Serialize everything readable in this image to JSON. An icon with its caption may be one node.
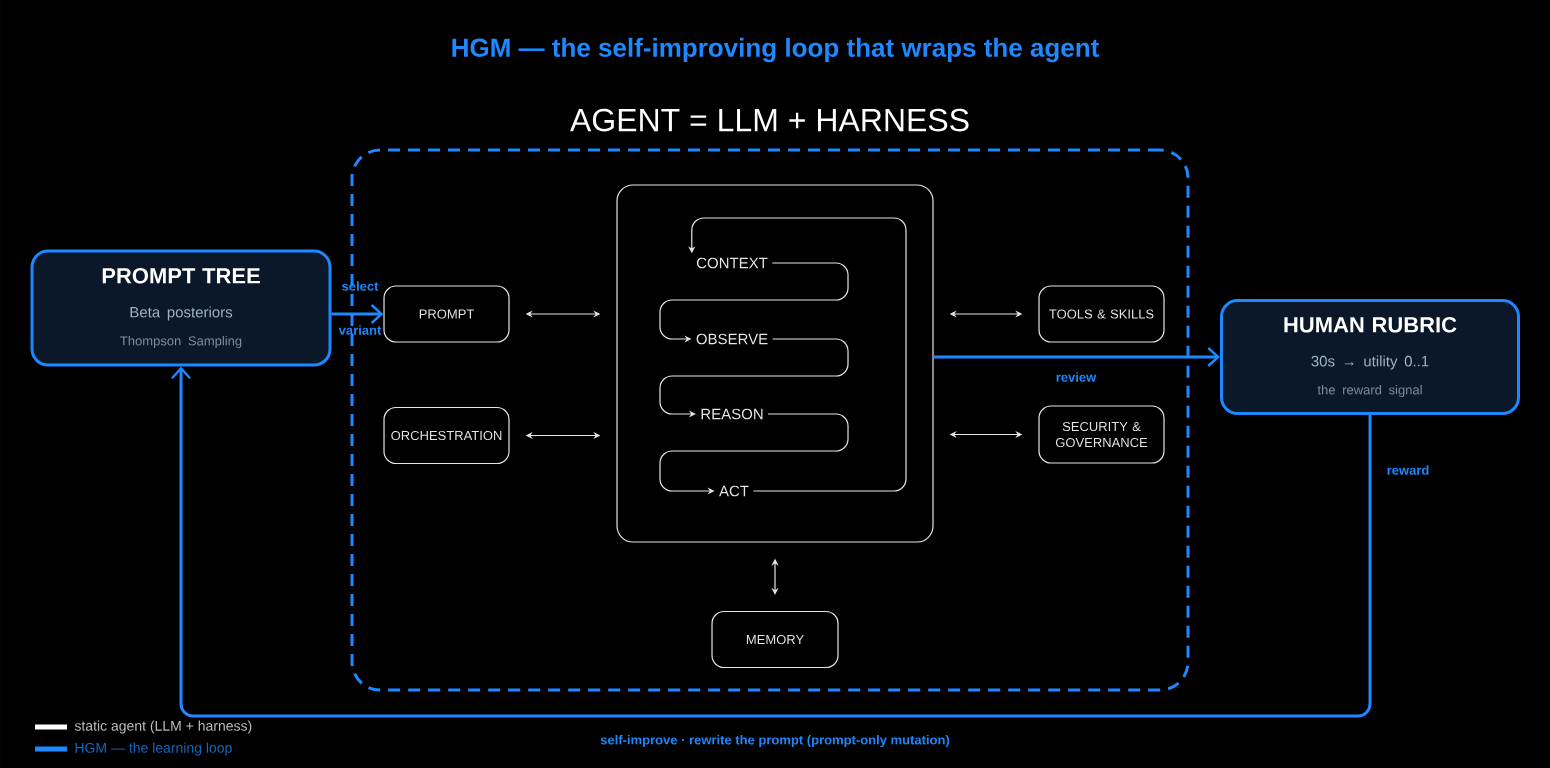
{
  "diagram": {
    "title": "HGM — the self-improving loop that wraps the agent",
    "nodes": [
      {
        "text": [
          "PROMPT TREE",
          "Beta posteriors",
          "Thompson Sampling"
        ]
      },
      {
        "text": [
          "AGENT = LLM + HARNESS"
        ]
      },
      {
        "text": [
          "PROMPT"
        ],
        "in": 1
      },
      {
        "text": [
          "ORCHESTRATION"
        ],
        "in": 1
      },
      {
        "text": [],
        "shape": "box",
        "in": 1
      },
      {
        "text": [
          "CONTEXT"
        ],
        "in": 4
      },
      {
        "text": [
          "OBSERVE"
        ],
        "in": 4
      },
      {
        "text": [
          "REASON"
        ],
        "in": 4
      },
      {
        "text": [
          "ACT"
        ],
        "in": 4
      },
      {
        "text": [
          "TOOLS & SKILLS"
        ],
        "in": 1
      },
      {
        "text": [
          "SECURITY & GOVERNANCE"
        ],
        "in": 1
      },
      {
        "text": [
          "MEMORY"
        ],
        "in": 1
      },
      {
        "text": [
          "HUMAN RUBRIC",
          "30s → utility 0..1",
          "the reward signal"
        ]
      }
    ],
    "edges": [
      {
        "from": 0,
        "to": 2,
        "arrow": "to",
        "color": "#1e88ff"
      },
      {
        "from": 2,
        "to": 4,
        "arrow": "both"
      },
      {
        "from": 3,
        "to": 4,
        "arrow": "both"
      },
      {
        "from": 4,
        "to": 9,
        "arrow": "both"
      },
      {
        "from": 4,
        "to": 10,
        "arrow": "both"
      },
      {
        "from": 4,
        "to": 11,
        "arrow": "both"
      },
      {
        "from": 5,
        "to": 6,
        "arrow": "to"
      },
      {
        "from": 6,
        "to": 7,
        "arrow": "to"
      },
      {
        "from": 7,
        "to": 8,
        "arrow": "to"
      },
      {
        "from": 8,
        "to": 5,
        "arrow": "to"
      },
      {
        "from": 4,
        "to": 12,
        "arrow": "to",
        "label": "review",
        "color": "#1e88ff"
      },
      {
        "from": 12,
        "to": 0,
        "arrow": "to",
        "label": "reward",
        "color": "#1e88ff"
      }
    ],
    "labels": [
      "select",
      "variant",
      "self-improve · rewrite the prompt (prompt-only mutation)"
    ],
    "legend": [
      {
        "text": "static agent (LLM + harness)",
        "color": "#ffffff"
      },
      {
        "text": "HGM — the learning loop",
        "color": "#1e88ff"
      }
    ]
  }
}
